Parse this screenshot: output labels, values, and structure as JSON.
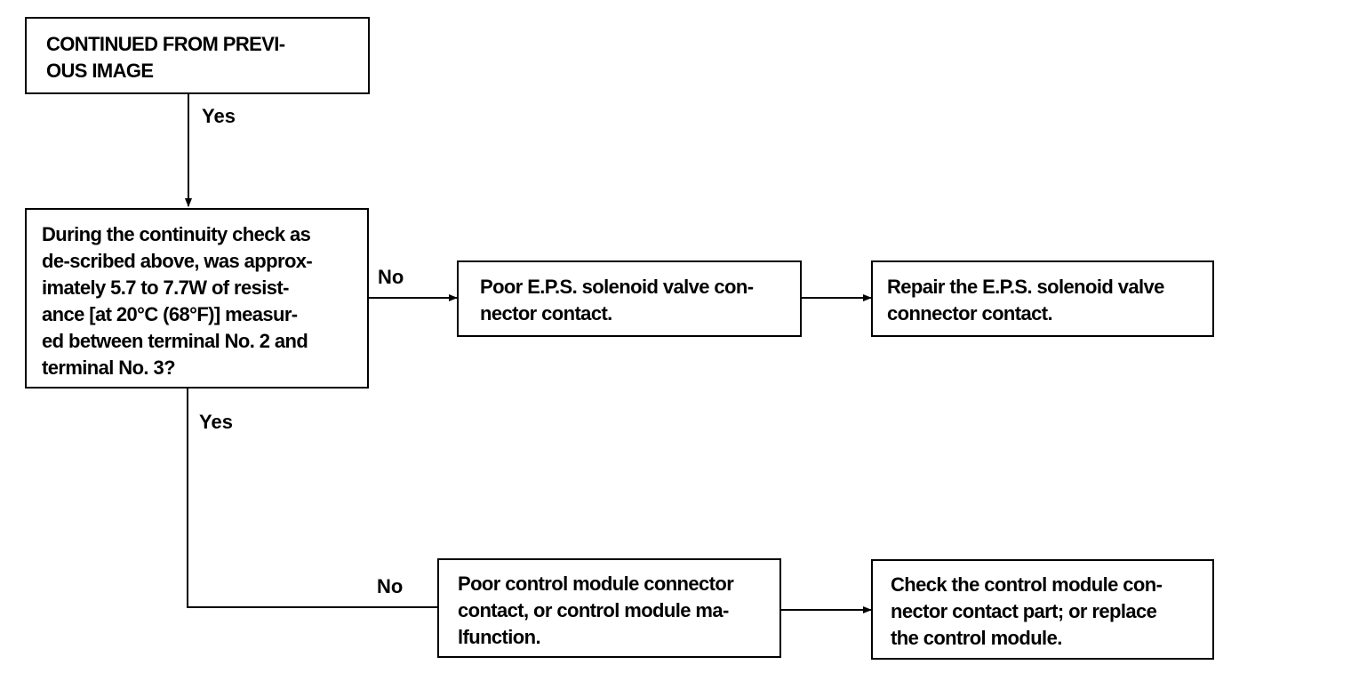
{
  "diagram": {
    "boxes": {
      "start": "CONTINUED FROM PREVI-\nOUS IMAGE",
      "question": "During the continuity check as\nde-scribed above, was approx-\nimately 5.7 to 7.7W of resist-\nance [at 20°C (68°F)] measur-\ned between terminal No. 2 and\nterminal No. 3?",
      "solenoid_cause": "Poor E.P.S. solenoid valve con-\nnector contact.",
      "solenoid_fix": "Repair the E.P.S. solenoid valve\nconnector contact.",
      "module_cause": "Poor control module connector\ncontact, or control module ma-\nlfunction.",
      "module_fix": "Check the control module con-\nnector contact part; or replace\nthe control module."
    },
    "labels": {
      "yes_top": "Yes",
      "no_mid": "No",
      "yes_mid": "Yes",
      "no_bottom": "No"
    }
  }
}
